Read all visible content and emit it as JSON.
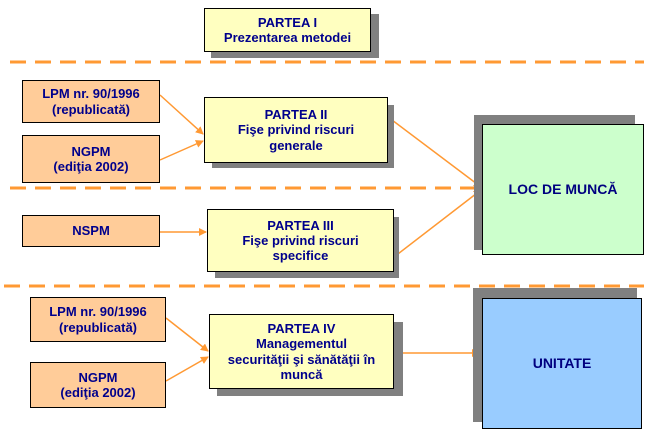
{
  "partea1": {
    "line1": "PARTEA I",
    "line2": "Prezentarea metodei"
  },
  "partea2": {
    "line1": "PARTEA II",
    "line2": "Fişe privind riscuri",
    "line3": "generale"
  },
  "partea3": {
    "line1": "PARTEA III",
    "line2": "Fişe privind riscuri",
    "line3": "specifice"
  },
  "partea4": {
    "line1": "PARTEA IV",
    "line2": "Managementul",
    "line3": "securităţii şi sănătăţii în",
    "line4": "muncă"
  },
  "sources": {
    "lpm_top": {
      "line1": "LPM nr. 90/1996",
      "line2": "(republicată)"
    },
    "ngpm_top": {
      "line1": "NGPM",
      "line2": "(ediţia 2002)"
    },
    "nspm": {
      "line1": "NSPM"
    },
    "lpm_bottom": {
      "line1": "LPM nr. 90/1996",
      "line2": "(republicată)"
    },
    "ngpm_bottom": {
      "line1": "NGPM",
      "line2": "(ediţia 2002)"
    }
  },
  "targets": {
    "loc_de_munca": "LOC DE MUNCĂ",
    "unitate": "UNITATE"
  },
  "colors": {
    "part_fill": "#ffffc0",
    "source_fill": "#ffcc99",
    "loc_fill": "#ccffcc",
    "unitate_fill": "#99ccff",
    "separator": "#ff9933",
    "arrow": "#ff9933",
    "text": "#00008c"
  }
}
